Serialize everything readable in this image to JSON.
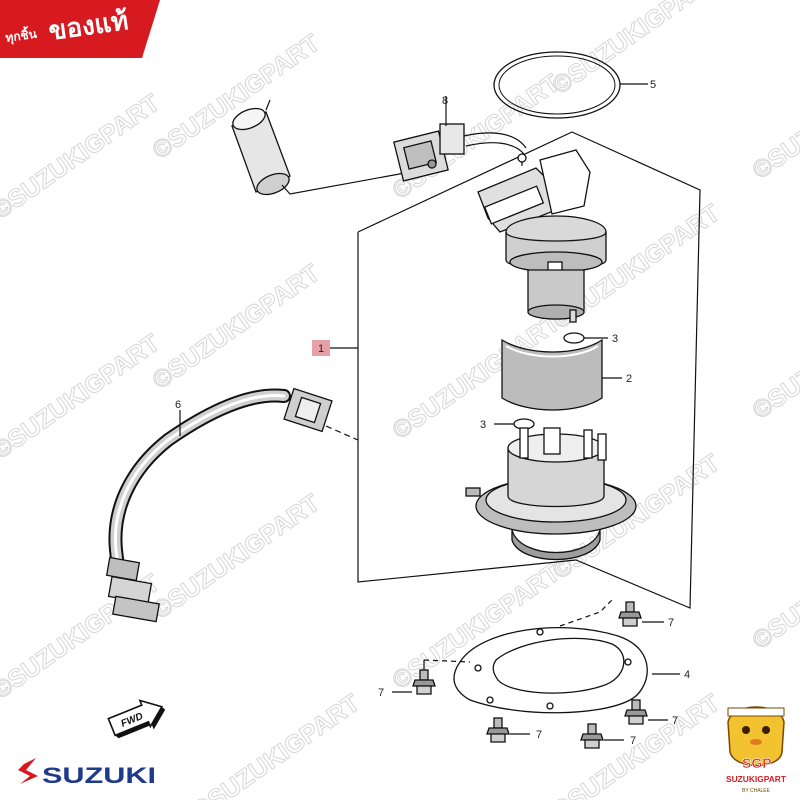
{
  "badge": {
    "small": "ทุกชิ้น",
    "large": "ของแท้",
    "bg_color": "#d71920"
  },
  "watermark": {
    "text": "©SUZUKIGPART"
  },
  "callouts": {
    "c1": "1",
    "c2": "2",
    "c3a": "3",
    "c3b": "3",
    "c4": "4",
    "c5": "5",
    "c6": "6",
    "c7a": "7",
    "c7b": "7",
    "c7c": "7",
    "c7d": "7",
    "c7e": "7",
    "c8": "8"
  },
  "highlight_color": "#e8a0a8",
  "fwd_label": "FWD",
  "brand": {
    "name": "SUZUKI",
    "color": "#1e3a8a",
    "mark_color": "#d71920"
  },
  "mascot": {
    "title": "SGP",
    "subtitle": "SUZUKIGPART",
    "tagline": "BY CHALEE",
    "accent": "#f2c230"
  }
}
